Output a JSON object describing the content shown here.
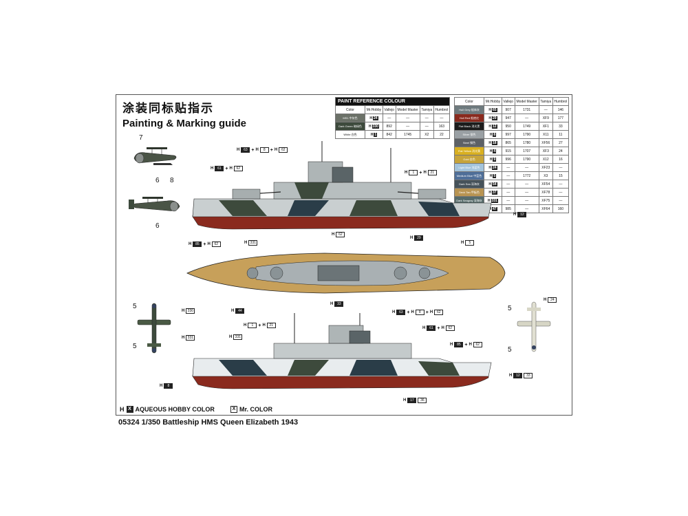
{
  "header": {
    "title_cn": "涂装同标贴指示",
    "title_en": "Painting & Marking guide"
  },
  "footer": {
    "model_text": "05324  1/350  Battleship HMS Queen Elizabeth 1943",
    "legend_aqueous_prefix": "H",
    "legend_aqueous_code": "X",
    "legend_aqueous": "AQUEOUS HOBBY COLOR",
    "legend_mr_code": "X",
    "legend_mr": "Mr. COLOR"
  },
  "paint_ref_table": {
    "caption": "PAINT REFERENCE COLOUR",
    "headers": [
      "Color",
      "Mr.Hobby",
      "Vallejo",
      "Model Master",
      "Tamiya",
      "Humbrol"
    ],
    "rows": [
      {
        "name": "MS1\n中灰色",
        "swatch": "#6b7168",
        "hobby": "H",
        "code": "24",
        "vallejo": "—",
        "modelmaster": "—",
        "tamiya": "—",
        "humbrol": "—"
      },
      {
        "name": "Dark Green\n暗绿色",
        "swatch": "#3d4a3c",
        "hobby": "H",
        "code": "330",
        "vallejo": "892",
        "modelmaster": "—",
        "tamiya": "—",
        "humbrol": "163"
      },
      {
        "name": "White\n白色",
        "swatch": "#ffffff",
        "hobby": "H",
        "code": "1",
        "vallejo": "842",
        "modelmaster": "1745",
        "tamiya": "X2",
        "humbrol": "22"
      }
    ]
  },
  "color_table": {
    "headers": [
      "Color",
      "Mr.Hobby",
      "Vallejo",
      "Model Master",
      "Tamiya",
      "Humbrol"
    ],
    "rows": [
      {
        "name": "Hull Grey\n船体灰",
        "swatch": "#6e7a7e",
        "hobby": "H",
        "code": "65",
        "vallejo": "907",
        "modelmaster": "1731",
        "tamiya": "—",
        "humbrol": "146"
      },
      {
        "name": "Hull Red\n船底红",
        "swatch": "#8a2a1e",
        "hobby": "H",
        "code": "29",
        "vallejo": "947",
        "modelmaster": "—",
        "tamiya": "XF9",
        "humbrol": "177"
      },
      {
        "name": "Flat Black\n消光黑",
        "swatch": "#1c1c1c",
        "hobby": "H",
        "code": "12",
        "vallejo": "950",
        "modelmaster": "1749",
        "tamiya": "XF1",
        "humbrol": "33"
      },
      {
        "name": "Silver\n银色",
        "swatch": "#9aa0a4",
        "hobby": "H",
        "code": "8",
        "vallejo": "997",
        "modelmaster": "1790",
        "tamiya": "X11",
        "humbrol": "11"
      },
      {
        "name": "Steel\n钢色",
        "swatch": "#5d6166",
        "hobby": "H",
        "code": "18",
        "vallejo": "865",
        "modelmaster": "1780",
        "tamiya": "XF56",
        "humbrol": "27"
      },
      {
        "name": "Flat Yellow\n消光黄",
        "swatch": "#d9b020",
        "hobby": "H",
        "code": "4",
        "vallejo": "915",
        "modelmaster": "1707",
        "tamiya": "XF3",
        "humbrol": "24"
      },
      {
        "name": "Gold\n金色",
        "swatch": "#c7a43a",
        "hobby": "H",
        "code": "9",
        "vallejo": "996",
        "modelmaster": "1790",
        "tamiya": "X12",
        "humbrol": "16"
      },
      {
        "name": "Light Blue\n浅蓝色",
        "swatch": "#a3c4dd",
        "hobby": "H",
        "code": "24",
        "vallejo": "—",
        "modelmaster": "—",
        "tamiya": "XF23",
        "humbrol": "—"
      },
      {
        "name": "Medium Blue\n中蓝色",
        "swatch": "#4f6f99",
        "hobby": "H",
        "code": "5",
        "vallejo": "—",
        "modelmaster": "1772",
        "tamiya": "X3",
        "humbrol": "15"
      },
      {
        "name": "Dark Sea\n深海灰",
        "swatch": "#46525a",
        "hobby": "H",
        "code": "54",
        "vallejo": "—",
        "modelmaster": "—",
        "tamiya": "XF54",
        "humbrol": "—"
      },
      {
        "name": "Deck Tan\n甲板色",
        "swatch": "#b89452",
        "hobby": "H",
        "code": "37",
        "vallejo": "—",
        "modelmaster": "—",
        "tamiya": "XF78",
        "humbrol": "—"
      },
      {
        "name": "Dark Seagray\n深海灰",
        "swatch": "#566b6a",
        "hobby": "H",
        "code": "331",
        "vallejo": "—",
        "modelmaster": "—",
        "tamiya": "XF75",
        "humbrol": "—"
      },
      {
        "name": "Red Brown\n红棕色",
        "swatch": "#6f3325",
        "hobby": "H",
        "code": "47",
        "vallejo": "985",
        "modelmaster": "—",
        "tamiya": "XF64",
        "humbrol": "160"
      }
    ]
  },
  "part_numbers": {
    "p7": "7",
    "p6a": "6",
    "p8": "8",
    "p6b": "6",
    "p5a": "5",
    "p5b": "5",
    "p5c": "5",
    "p5d": "5"
  },
  "callouts": {
    "c1": {
      "h": "H",
      "a": "63",
      "b": "8",
      "c": "62"
    },
    "c2": {
      "h": "H",
      "a": "61",
      "b": "62"
    },
    "c3": {
      "h": "H",
      "a": "1",
      "b": "21"
    },
    "c4": {
      "h": "H",
      "a": "12"
    },
    "c5": {
      "h": "H",
      "a": "85",
      "b": "62"
    },
    "c6": {
      "h": "H",
      "a": "331"
    },
    "c7": {
      "h": "H",
      "a": "62"
    },
    "c8": {
      "h": "H",
      "a": "29"
    },
    "c9": {
      "h": "H",
      "a": "5"
    },
    "c10": {
      "h": "H",
      "a": "330"
    },
    "c11": {
      "h": "H",
      "a": "331"
    },
    "c12": {
      "h": "H",
      "a": "44"
    },
    "c13": {
      "h": "H",
      "a": "33"
    },
    "c14": {
      "h": "H",
      "a": "63",
      "b": "8",
      "c": "62"
    },
    "c15": {
      "h": "H",
      "a": "1",
      "b": "21"
    },
    "c16": {
      "h": "H",
      "a": "331"
    },
    "c17": {
      "h": "H",
      "a": "61",
      "b": "62"
    },
    "c18": {
      "h": "H",
      "a": "85",
      "b": "62"
    },
    "c19": {
      "h": "H",
      "a": "8"
    },
    "c20": {
      "h": "H",
      "a": "12",
      "b": "33"
    },
    "c21": {
      "h": "H",
      "a": "17",
      "b": "36"
    },
    "c22": {
      "h": "H",
      "a": "24"
    }
  }
}
